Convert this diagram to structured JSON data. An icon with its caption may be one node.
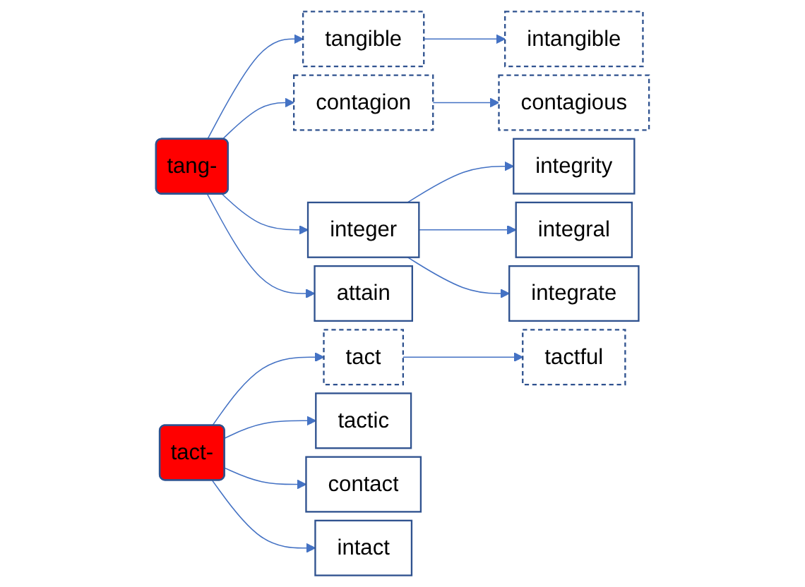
{
  "diagram": {
    "nodes": [
      {
        "text": [
          "tang-"
        ]
      },
      {
        "text": [
          "tangible"
        ]
      },
      {
        "text": [
          "intangible"
        ]
      },
      {
        "text": [
          "contagion"
        ]
      },
      {
        "text": [
          "contagious"
        ]
      },
      {
        "text": [
          "integer"
        ]
      },
      {
        "text": [
          "integrity"
        ]
      },
      {
        "text": [
          "integral"
        ]
      },
      {
        "text": [
          "integrate"
        ]
      },
      {
        "text": [
          "attain"
        ]
      },
      {
        "text": [
          "tact-"
        ]
      },
      {
        "text": [
          "tact"
        ]
      },
      {
        "text": [
          "tactful"
        ]
      },
      {
        "text": [
          "tactic"
        ]
      },
      {
        "text": [
          "contact"
        ]
      },
      {
        "text": [
          "intact"
        ]
      }
    ],
    "edges": [
      {
        "from": 0,
        "to": 1,
        "arrow": "to"
      },
      {
        "from": 0,
        "to": 3,
        "arrow": "to"
      },
      {
        "from": 0,
        "to": 5,
        "arrow": "to"
      },
      {
        "from": 0,
        "to": 9,
        "arrow": "to"
      },
      {
        "from": 1,
        "to": 2,
        "arrow": "to"
      },
      {
        "from": 3,
        "to": 4,
        "arrow": "to"
      },
      {
        "from": 5,
        "to": 6,
        "arrow": "to"
      },
      {
        "from": 5,
        "to": 7,
        "arrow": "to"
      },
      {
        "from": 5,
        "to": 8,
        "arrow": "to"
      },
      {
        "from": 10,
        "to": 11,
        "arrow": "to"
      },
      {
        "from": 10,
        "to": 13,
        "arrow": "to"
      },
      {
        "from": 10,
        "to": 14,
        "arrow": "to"
      },
      {
        "from": 10,
        "to": 15,
        "arrow": "to"
      },
      {
        "from": 11,
        "to": 12,
        "arrow": "to"
      }
    ]
  }
}
